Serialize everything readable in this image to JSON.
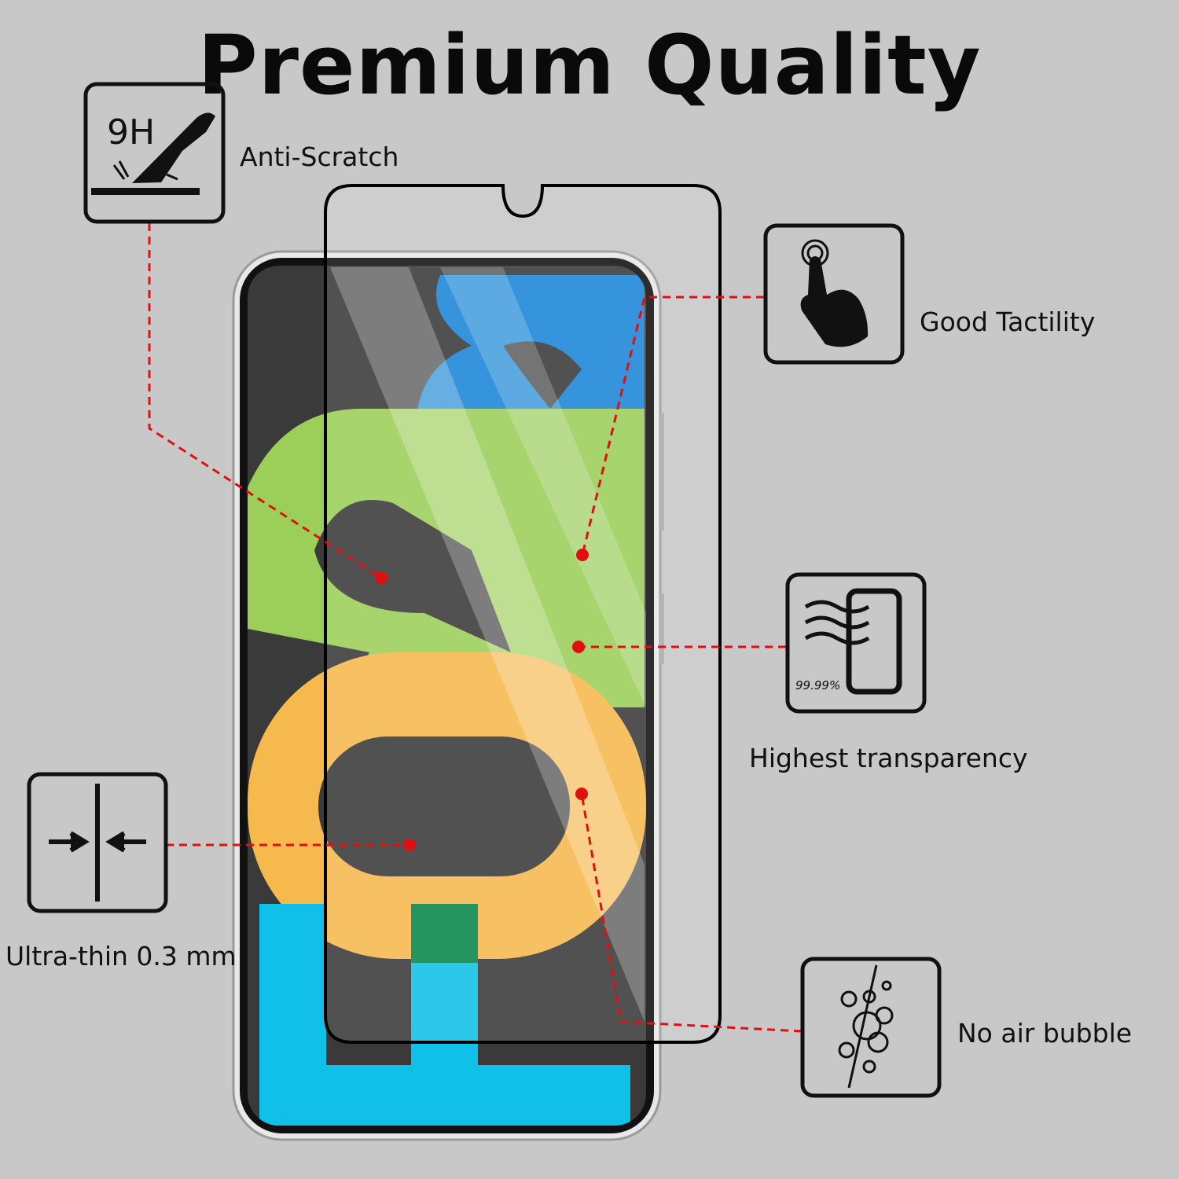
{
  "title": "Premium Quality",
  "features": {
    "anti_scratch": {
      "label": "Anti-Scratch",
      "icon_text": "9H",
      "icon": "knife-scratch-icon"
    },
    "tactility": {
      "label": "Good Tactility",
      "icon": "touch-hand-icon"
    },
    "transparency": {
      "label": "Highest transparency",
      "icon_text": "99.99%",
      "icon": "transparent-screen-icon"
    },
    "thin": {
      "label": "Ultra-thin 0.3 mm",
      "icon": "thickness-arrows-icon"
    },
    "bubble": {
      "label": "No air bubble",
      "icon": "bubbles-icon"
    }
  },
  "colors": {
    "background": "#c8c8c8",
    "leader_line": "#e01010",
    "s_blue": "#1a86d6",
    "two_green": "#9ccf5a",
    "o_orange": "#f6b94e",
    "f_cyan": "#10c0e8",
    "screen_dark": "#3a3a3a"
  }
}
